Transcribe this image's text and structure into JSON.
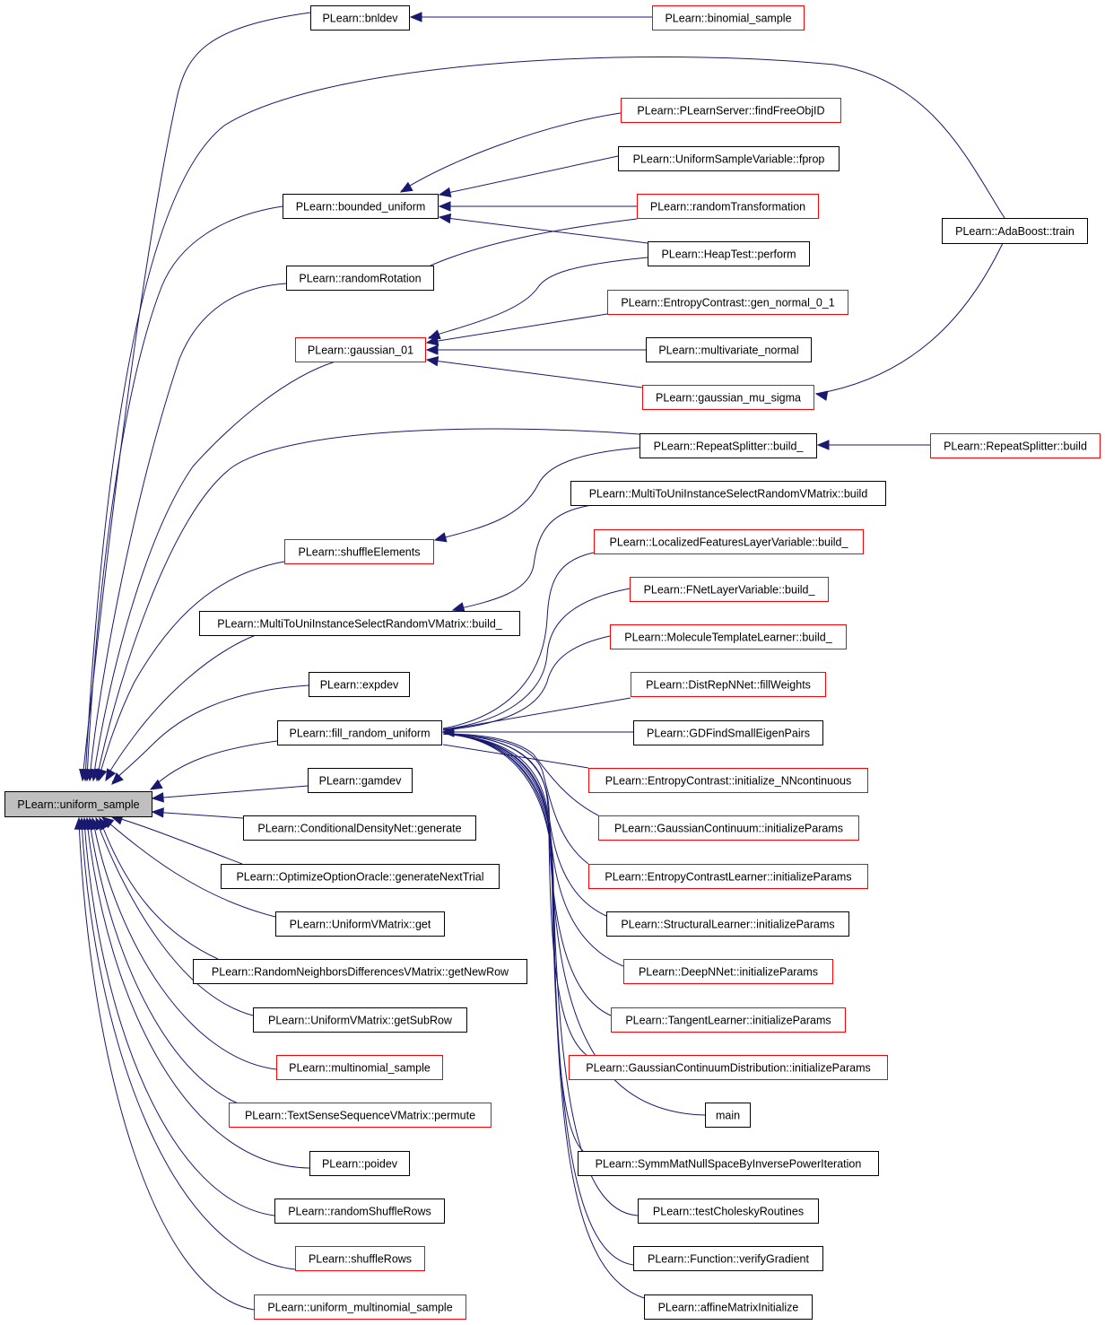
{
  "colors": {
    "edge": "#191970",
    "red_border": "#ff0000",
    "black_border": "#000000",
    "root_fill": "#bfbfbf"
  },
  "nodes": [
    {
      "id": "uniform_sample",
      "label": "PLearn::uniform_sample",
      "border": "root"
    },
    {
      "id": "bnldev",
      "label": "PLearn::bnldev",
      "border": "black"
    },
    {
      "id": "binomial_sample",
      "label": "PLearn::binomial_sample",
      "border": "red"
    },
    {
      "id": "bounded_uniform",
      "label": "PLearn::bounded_uniform",
      "border": "black"
    },
    {
      "id": "findFreeObjID",
      "label": "PLearn::PLearnServer::findFreeObjID",
      "border": "red"
    },
    {
      "id": "usv_fprop",
      "label": "PLearn::UniformSampleVariable::fprop",
      "border": "black"
    },
    {
      "id": "randomTransformation",
      "label": "PLearn::randomTransformation",
      "border": "red"
    },
    {
      "id": "heaptest_perform",
      "label": "PLearn::HeapTest::perform",
      "border": "black"
    },
    {
      "id": "adaboost_train",
      "label": "PLearn::AdaBoost::train",
      "border": "black"
    },
    {
      "id": "randomRotation",
      "label": "PLearn::randomRotation",
      "border": "black"
    },
    {
      "id": "gaussian_01",
      "label": "PLearn::gaussian_01",
      "border": "red"
    },
    {
      "id": "gen_normal_0_1",
      "label": "PLearn::EntropyContrast::gen_normal_0_1",
      "border": "red"
    },
    {
      "id": "multivariate_normal",
      "label": "PLearn::multivariate_normal",
      "border": "black"
    },
    {
      "id": "gaussian_mu_sigma",
      "label": "PLearn::gaussian_mu_sigma",
      "border": "red"
    },
    {
      "id": "rs_build_",
      "label": "PLearn::RepeatSplitter::build_",
      "border": "black"
    },
    {
      "id": "rs_build",
      "label": "PLearn::RepeatSplitter::build",
      "border": "red"
    },
    {
      "id": "mtu_build",
      "label": "PLearn::MultiToUniInstanceSelectRandomVMatrix::build",
      "border": "black"
    },
    {
      "id": "shuffleElements",
      "label": "PLearn::shuffleElements",
      "border": "red"
    },
    {
      "id": "lflv_build_",
      "label": "PLearn::LocalizedFeaturesLayerVariable::build_",
      "border": "red"
    },
    {
      "id": "fnet_build_",
      "label": "PLearn::FNetLayerVariable::build_",
      "border": "red"
    },
    {
      "id": "mtu_build_",
      "label": "PLearn::MultiToUniInstanceSelectRandomVMatrix::build_",
      "border": "black"
    },
    {
      "id": "mtl_build_",
      "label": "PLearn::MoleculeTemplateLearner::build_",
      "border": "red"
    },
    {
      "id": "expdev",
      "label": "PLearn::expdev",
      "border": "black"
    },
    {
      "id": "fillWeights",
      "label": "PLearn::DistRepNNet::fillWeights",
      "border": "red"
    },
    {
      "id": "fill_random_uniform",
      "label": "PLearn::fill_random_uniform",
      "border": "black"
    },
    {
      "id": "gdfind",
      "label": "PLearn::GDFindSmallEigenPairs",
      "border": "black"
    },
    {
      "id": "init_NNcontinuous",
      "label": "PLearn::EntropyContrast::initialize_NNcontinuous",
      "border": "red"
    },
    {
      "id": "gamdev",
      "label": "PLearn::gamdev",
      "border": "black"
    },
    {
      "id": "gc_initializeParams",
      "label": "PLearn::GaussianContinuum::initializeParams",
      "border": "red"
    },
    {
      "id": "cdn_generate",
      "label": "PLearn::ConditionalDensityNet::generate",
      "border": "black"
    },
    {
      "id": "ecl_initializeParams",
      "label": "PLearn::EntropyContrastLearner::initializeParams",
      "border": "red"
    },
    {
      "id": "generateNextTrial",
      "label": "PLearn::OptimizeOptionOracle::generateNextTrial",
      "border": "black"
    },
    {
      "id": "sl_initializeParams",
      "label": "PLearn::StructuralLearner::initializeParams",
      "border": "black"
    },
    {
      "id": "uvm_get",
      "label": "PLearn::UniformVMatrix::get",
      "border": "black"
    },
    {
      "id": "dnn_initializeParams",
      "label": "PLearn::DeepNNet::initializeParams",
      "border": "red"
    },
    {
      "id": "rndv_getNewRow",
      "label": "PLearn::RandomNeighborsDifferencesVMatrix::getNewRow",
      "border": "black"
    },
    {
      "id": "tl_initializeParams",
      "label": "PLearn::TangentLearner::initializeParams",
      "border": "red"
    },
    {
      "id": "uvm_getSubRow",
      "label": "PLearn::UniformVMatrix::getSubRow",
      "border": "black"
    },
    {
      "id": "gcd_initializeParams",
      "label": "PLearn::GaussianContinuumDistribution::initializeParams",
      "border": "red"
    },
    {
      "id": "multinomial_sample",
      "label": "PLearn::multinomial_sample",
      "border": "red"
    },
    {
      "id": "main",
      "label": "main",
      "border": "black"
    },
    {
      "id": "tssv_permute",
      "label": "PLearn::TextSenseSequenceVMatrix::permute",
      "border": "red"
    },
    {
      "id": "symm",
      "label": "PLearn::SymmMatNullSpaceByInversePowerIteration",
      "border": "black"
    },
    {
      "id": "poidev",
      "label": "PLearn::poidev",
      "border": "black"
    },
    {
      "id": "testCholesky",
      "label": "PLearn::testCholeskyRoutines",
      "border": "black"
    },
    {
      "id": "randomShuffleRows",
      "label": "PLearn::randomShuffleRows",
      "border": "black"
    },
    {
      "id": "verifyGradient",
      "label": "PLearn::Function::verifyGradient",
      "border": "black"
    },
    {
      "id": "shuffleRows",
      "label": "PLearn::shuffleRows",
      "border": "red"
    },
    {
      "id": "affineMatrixInitialize",
      "label": "PLearn::affineMatrixInitialize",
      "border": "black"
    },
    {
      "id": "uniform_multinomial_sample",
      "label": "PLearn::uniform_multinomial_sample",
      "border": "red"
    }
  ]
}
